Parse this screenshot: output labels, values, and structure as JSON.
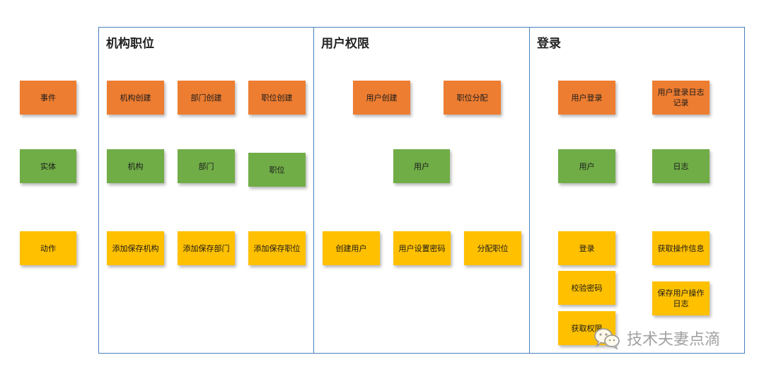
{
  "legend": {
    "event": "事件",
    "entity": "实体",
    "action": "动作"
  },
  "panels": {
    "org": {
      "title": "机构职位",
      "events": [
        "机构创建",
        "部门创建",
        "职位创建"
      ],
      "entities": [
        "机构",
        "部门",
        "职位"
      ],
      "actions": [
        "添加保存机构",
        "添加保存部门",
        "添加保存职位"
      ]
    },
    "perm": {
      "title": "用户权限",
      "events": [
        "用户创建",
        "职位分配"
      ],
      "entities": [
        "用户"
      ],
      "actions": [
        "创建用户",
        "用户设置密码",
        "分配职位"
      ]
    },
    "login": {
      "title": "登录",
      "events": [
        "用户登录",
        "用户登录日志记录"
      ],
      "entities": [
        "用户",
        "日志"
      ],
      "actions": [
        "登录",
        "校验密码",
        "获取权限",
        "获取操作信息",
        "保存用户操作日志"
      ]
    }
  },
  "colors": {
    "event": "#ed7d31",
    "entity": "#70ad47",
    "action": "#ffc000",
    "border": "#4a7fbf"
  },
  "watermark": {
    "text": "技术夫妻点滴",
    "icon": "wechat-icon"
  }
}
